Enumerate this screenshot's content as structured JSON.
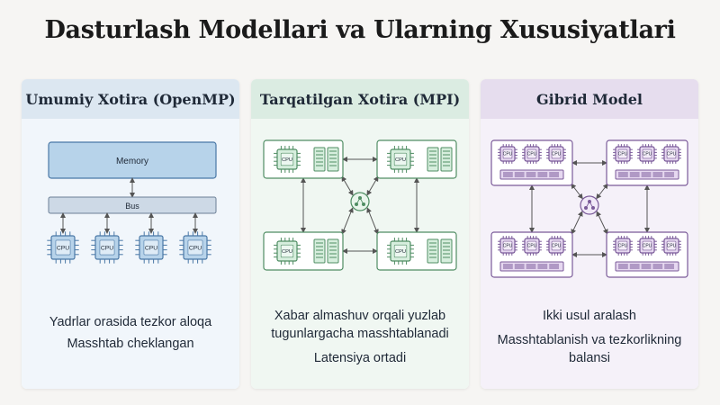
{
  "title": "Dasturlash Modellari va Ularning Xususiyatlari",
  "panels": [
    {
      "heading": "Umumiy Xotira (OpenMP)",
      "memory_label": "Memory",
      "bus_label": "Bus",
      "cpu_label": "CPU",
      "lines": [
        "Yadrlar orasida tezkor aloqa",
        "Masshtab cheklangan"
      ]
    },
    {
      "heading": "Tarqatilgan Xotira (MPI)",
      "cpu_label": "CPU",
      "lines": [
        "Xabar almashuv orqali yuzlab tugunlargacha masshtablanadi",
        "Latensiya ortadi"
      ]
    },
    {
      "heading": "Gibrid Model",
      "cpu_label": "CPU",
      "lines": [
        "Ikki usul aralash",
        "Masshtablanish va tezkorlikning balansi"
      ]
    }
  ],
  "colors": {
    "blue_fill": "#b7d3ea",
    "blue_stroke": "#4a78a6",
    "green_fill": "#d6eedd",
    "green_stroke": "#4f8d63",
    "purple_fill": "#e6d8f0",
    "purple_stroke": "#7a5a99"
  }
}
